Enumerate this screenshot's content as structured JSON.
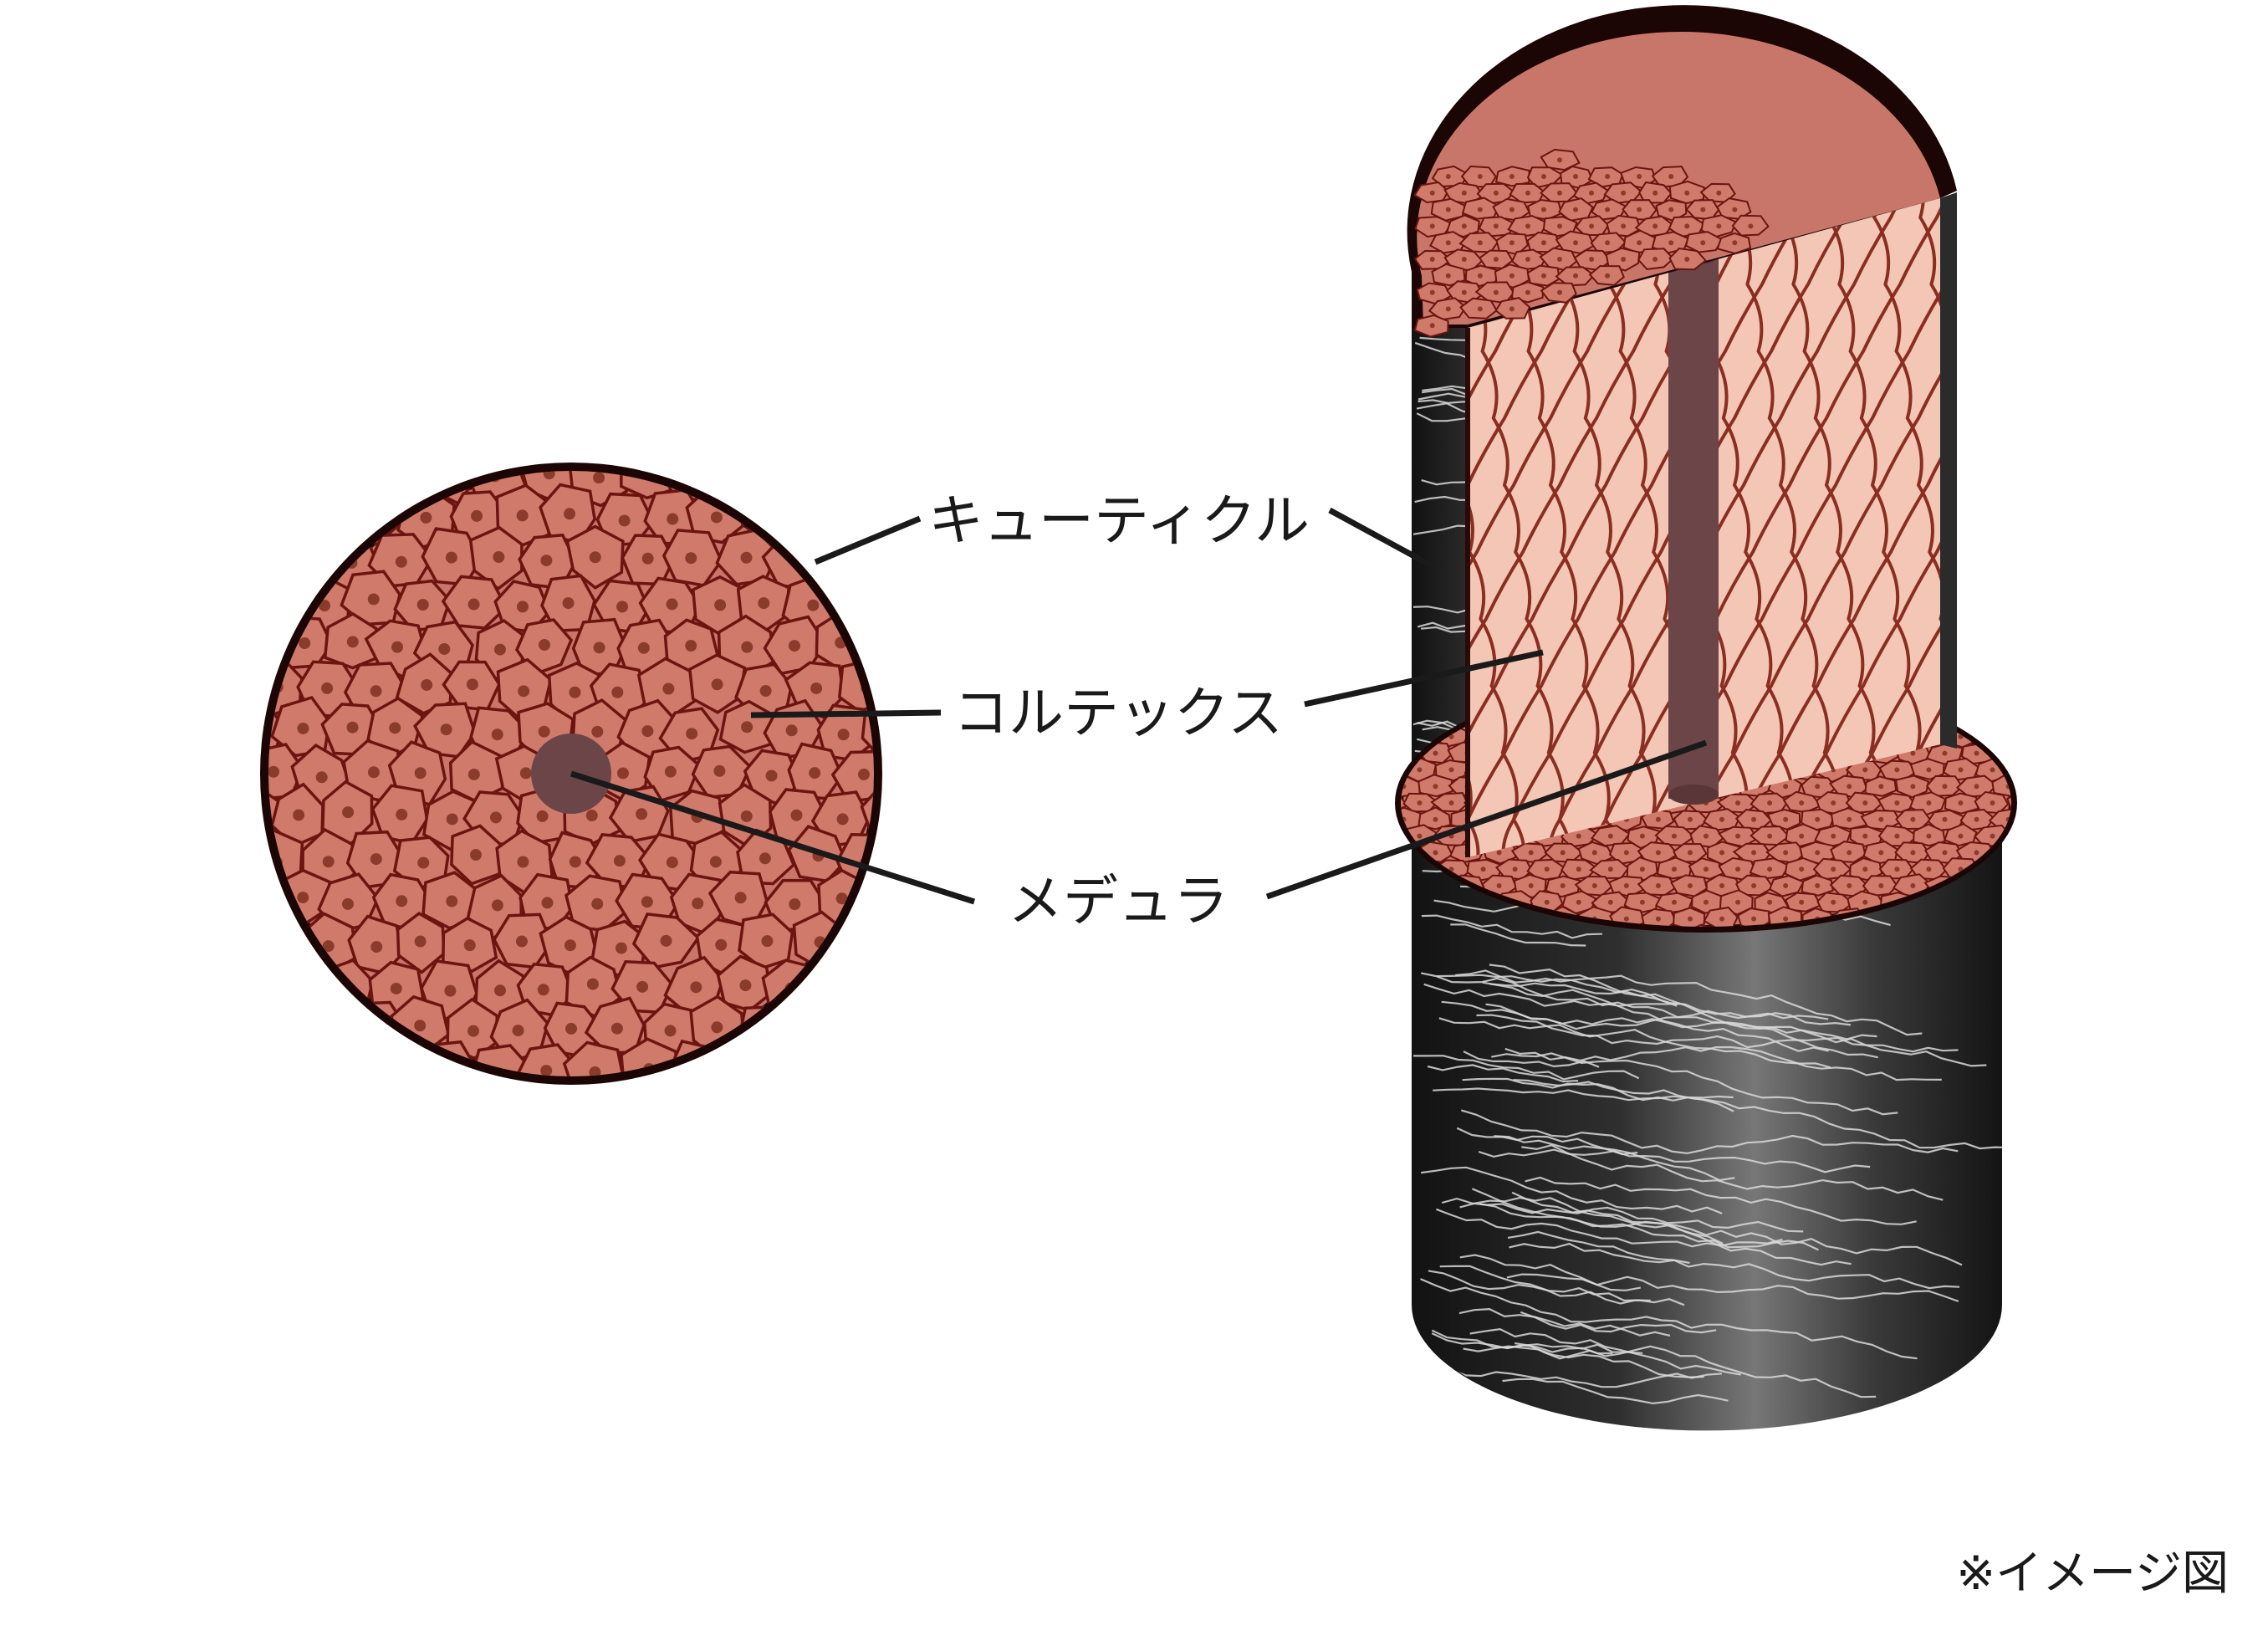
{
  "labels": {
    "cuticle": "キューティクル",
    "cortex": "コルテックス",
    "medulla": "メデュラ"
  },
  "note": "※イメージ図",
  "colors": {
    "cell_fill": "#d07a6c",
    "cell_border": "#6b1410",
    "cell_nucleus": "#8b3b2c",
    "cortex_fibers_bg": "#f3c6b6",
    "fiber_line": "#8b2e22",
    "medulla": "#6b4548",
    "cuticle_dark": "#141414",
    "cuticle_light": "#7a7a7a",
    "crack_line": "#d9d9d9"
  }
}
